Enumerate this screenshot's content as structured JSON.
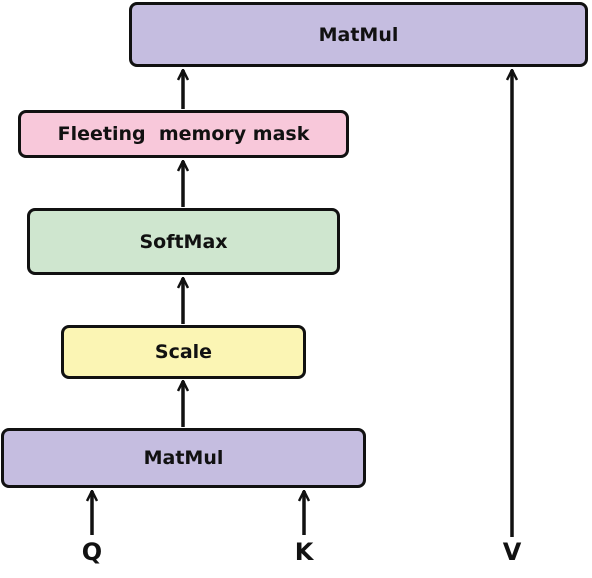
{
  "diagram": {
    "nodes": {
      "matmul_top": {
        "label": "MatMul",
        "color": "#c5bde0"
      },
      "mask": {
        "label": "Fleeting  memory mask",
        "color": "#f8c8da"
      },
      "softmax": {
        "label": "SoftMax",
        "color": "#cfe6cf"
      },
      "scale": {
        "label": "Scale",
        "color": "#fbf5b4"
      },
      "matmul_bottom": {
        "label": "MatMul",
        "color": "#c5bde0"
      }
    },
    "inputs": {
      "q": "Q",
      "k": "K",
      "v": "V"
    },
    "edges": [
      {
        "from": "Q",
        "to": "MatMul"
      },
      {
        "from": "K",
        "to": "MatMul"
      },
      {
        "from": "MatMul",
        "to": "Scale"
      },
      {
        "from": "Scale",
        "to": "SoftMax"
      },
      {
        "from": "SoftMax",
        "to": "Fleeting  memory mask"
      },
      {
        "from": "Fleeting  memory mask",
        "to": "MatMul"
      },
      {
        "from": "V",
        "to": "MatMul"
      }
    ]
  }
}
